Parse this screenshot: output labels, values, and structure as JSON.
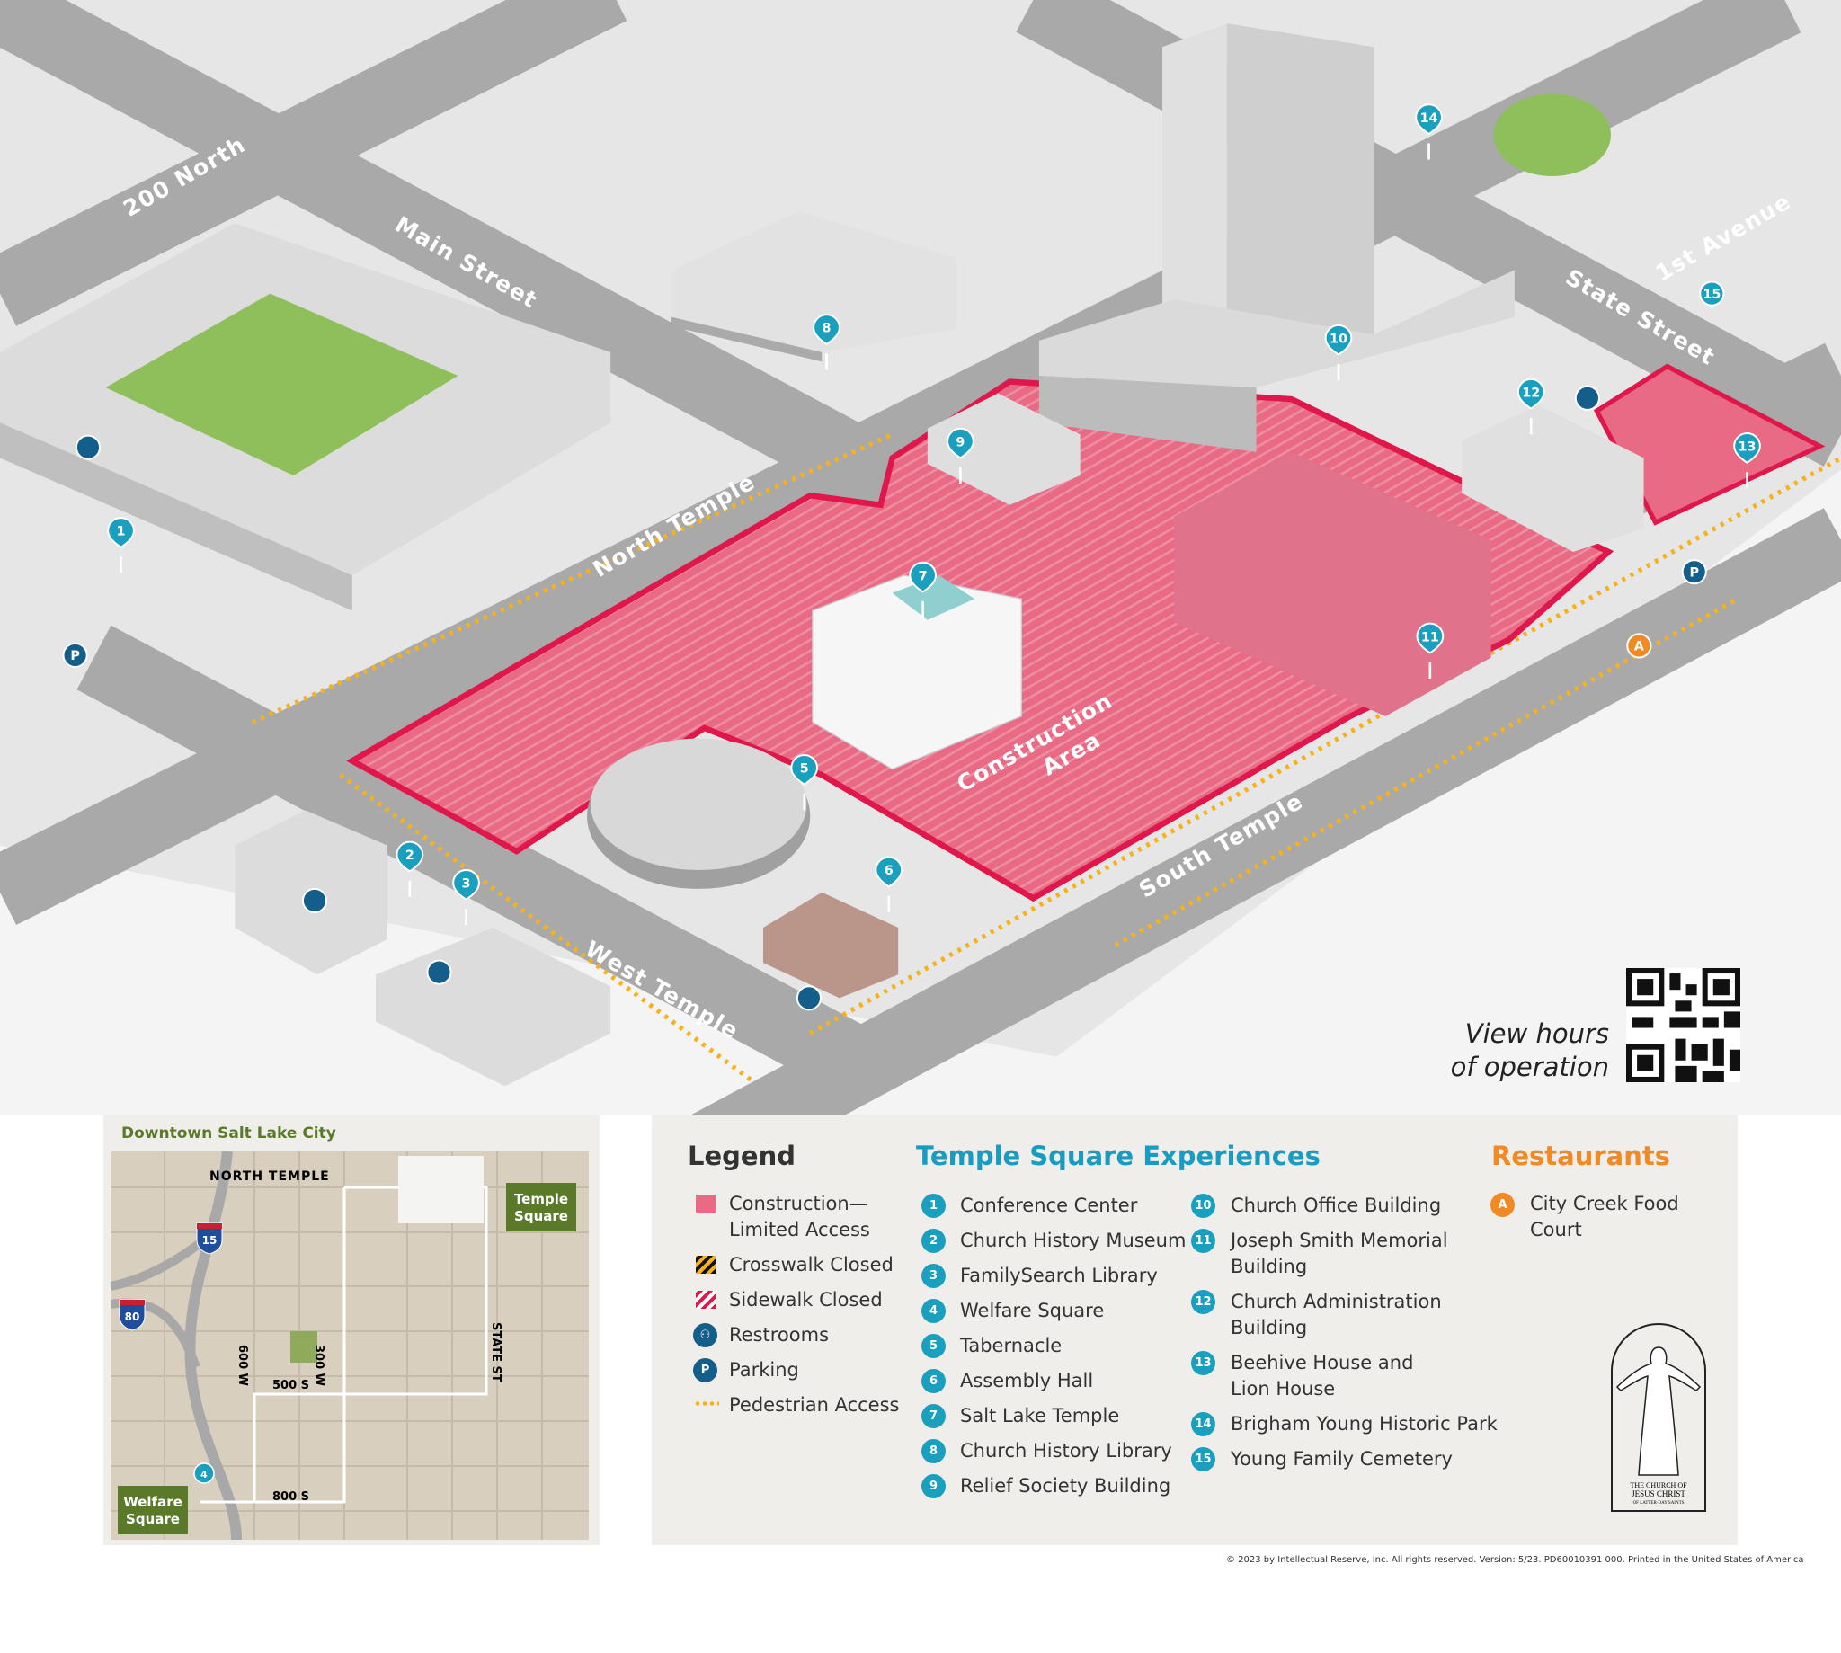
{
  "map": {
    "streets": {
      "n200": "200 North",
      "main": "Main Street",
      "north_temple": "North Temple",
      "state": "State Street",
      "first_ave": "1st Avenue",
      "south_temple": "South Temple",
      "west_temple": "West Temple"
    },
    "construction_label": [
      "Construction",
      "Area"
    ],
    "pins": {
      "p1": "1",
      "p2": "2",
      "p3": "3",
      "p5": "5",
      "p6": "6",
      "p7": "7",
      "p8": "8",
      "p9": "9",
      "p10": "10",
      "p11": "11",
      "p12": "12",
      "p13": "13",
      "p14": "14",
      "p15": "15",
      "pA": "A"
    },
    "parking": "P",
    "colors": {
      "construction": "#e86a85",
      "construction_edge": "#e0174a",
      "pin": "#1a9fbe",
      "restaurant": "#f08a24",
      "pedestrian": "#f5b21c"
    }
  },
  "hours": {
    "line1": "View hours",
    "line2": "of operation"
  },
  "inset": {
    "title": "Downtown Salt Lake City",
    "labels": {
      "north_temple": "NORTH TEMPLE",
      "w600": "600 W",
      "w300": "300 W",
      "s500": "500 S",
      "s800": "800 S",
      "state": "STATE ST"
    },
    "temple_square": [
      "Temple",
      "Square"
    ],
    "welfare_square": [
      "Welfare",
      "Square"
    ],
    "i15": "15",
    "i80": "80",
    "pin4": "4"
  },
  "legend": {
    "title": "Legend",
    "items": [
      {
        "label": "Construction—",
        "label2": "Limited Access"
      },
      {
        "label": "Crosswalk Closed"
      },
      {
        "label": "Sidewalk Closed"
      },
      {
        "label": "Restrooms"
      },
      {
        "label": "Parking",
        "icon": "P"
      },
      {
        "label": "Pedestrian Access"
      }
    ]
  },
  "experiences": {
    "title": "Temple Square Experiences",
    "items": [
      {
        "n": "1",
        "label": "Conference Center"
      },
      {
        "n": "2",
        "label": "Church History Museum"
      },
      {
        "n": "3",
        "label": "FamilySearch Library"
      },
      {
        "n": "4",
        "label": "Welfare Square"
      },
      {
        "n": "5",
        "label": "Tabernacle"
      },
      {
        "n": "6",
        "label": "Assembly Hall"
      },
      {
        "n": "7",
        "label": "Salt Lake Temple"
      },
      {
        "n": "8",
        "label": "Church History Library"
      },
      {
        "n": "9",
        "label": "Relief Society Building"
      },
      {
        "n": "10",
        "label": "Church Office Building"
      },
      {
        "n": "11",
        "label": "Joseph Smith Memorial",
        "label2": "Building"
      },
      {
        "n": "12",
        "label": "Church Administration",
        "label2": "Building"
      },
      {
        "n": "13",
        "label": "Beehive House and",
        "label2": "Lion House"
      },
      {
        "n": "14",
        "label": "Brigham Young Historic Park"
      },
      {
        "n": "15",
        "label": "Young Family Cemetery"
      }
    ]
  },
  "restaurants": {
    "title": "Restaurants",
    "items": [
      {
        "n": "A",
        "label": "City Creek Food",
        "label2": "Court"
      }
    ]
  },
  "logo_text": "THE CHURCH OF JESUS CHRIST OF LATTER-DAY SAINTS",
  "copyright": "© 2023 by Intellectual Reserve, Inc. All rights reserved. Version: 5/23. PD60010391 000. Printed in the United States of America"
}
